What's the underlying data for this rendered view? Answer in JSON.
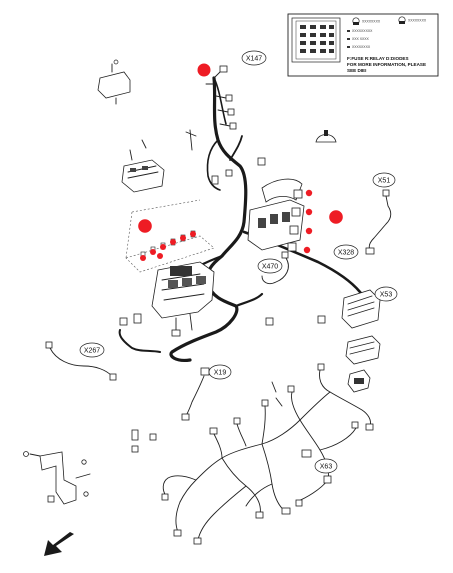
{
  "legend": {
    "line1": "F:FUSE  R:RELAY  D:DIODES",
    "line2": "FOR MORE INFORMATION, PLEASE",
    "line3": "SEE DIEI",
    "row_labels": [
      "XXXXXXXXX",
      "XXX XXXX",
      "XXXXXXXX"
    ],
    "icon_a_label": "XXXXXXXX",
    "icon_b_label": "XXXXXXXX"
  },
  "callouts": {
    "x147": "X147",
    "x51": "X51",
    "x328": "X328",
    "x470": "X470",
    "x53": "X53",
    "x267": "X267",
    "x19": "X19",
    "x63": "X63"
  },
  "colors": {
    "highlight": "#ee1c24",
    "harness": "#1a1a1a",
    "line": "#222222"
  },
  "icons": {
    "direction": "arrow-down-left-icon"
  }
}
